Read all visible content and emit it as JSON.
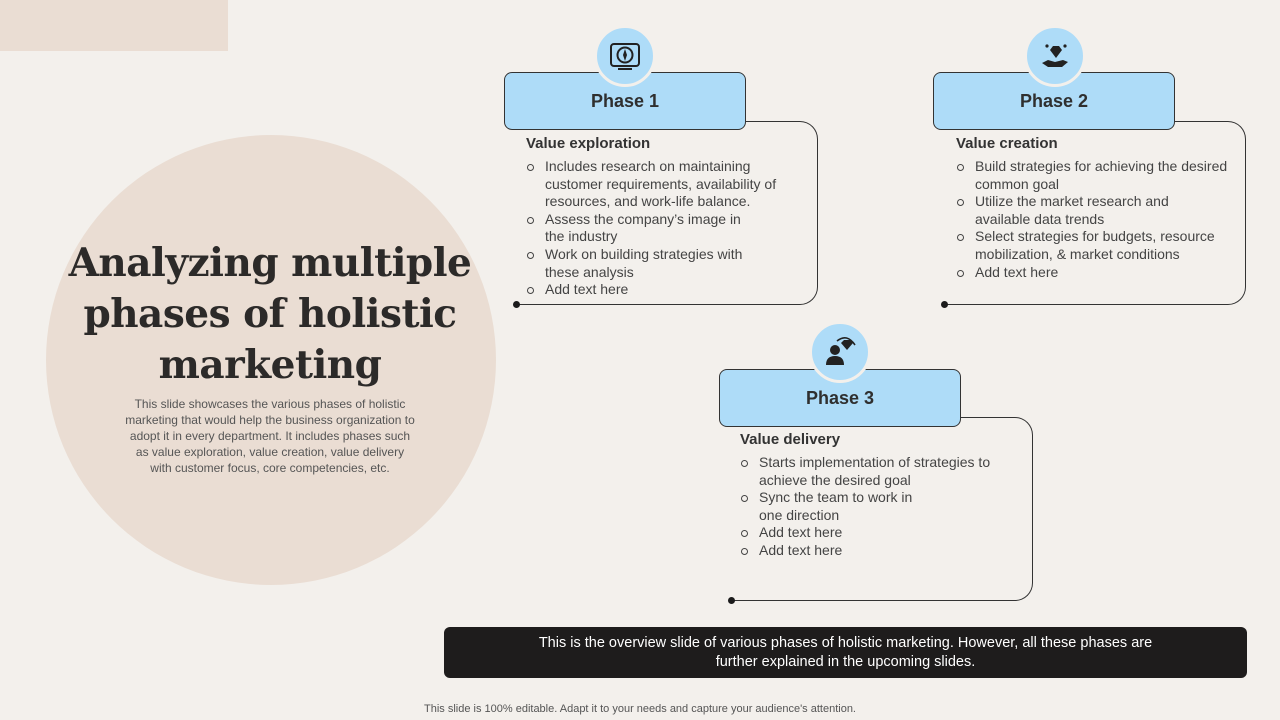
{
  "title": "Analyzing multiple phases of holistic marketing",
  "description": "This slide showcases the various  phases of holistic marketing that would help the business organization to adopt it in every  department. It includes phases such as value exploration, value creation, value delivery with customer focus, core competencies, etc.",
  "phases": [
    {
      "label": "Phase 1",
      "icon": "compass-tablet-icon",
      "heading": "Value exploration",
      "items": [
        "Includes research on maintaining customer requirements, availability of resources, and work-life balance.",
        "Assess the company’s image in the industry",
        "Work on building strategies with these analysis",
        "Add text here"
      ]
    },
    {
      "label": "Phase 2",
      "icon": "hand-diamond-icon",
      "heading": "Value creation",
      "items": [
        "Build strategies for achieving the desired common goal",
        "Utilize the market research and available data trends",
        "Select strategies for budgets, resource mobilization, & market conditions",
        "Add text here"
      ]
    },
    {
      "label": "Phase 3",
      "icon": "person-diamond-icon",
      "heading": "Value delivery",
      "items": [
        "Starts implementation of strategies to achieve the desired goal",
        "Sync the team to work in one direction",
        "Add text here",
        "Add text here"
      ]
    }
  ],
  "banner": "This is the overview slide of various phases of holistic marketing. However, all these phases are further  explained in the upcoming slides.",
  "footer": "This slide is 100% editable. Adapt it to your needs and capture your audience's attention.",
  "colors": {
    "background": "#f3f0ec",
    "accent_beige": "#eaddd3",
    "phase_blue": "#aedcf8",
    "banner": "#1e1c1c"
  }
}
